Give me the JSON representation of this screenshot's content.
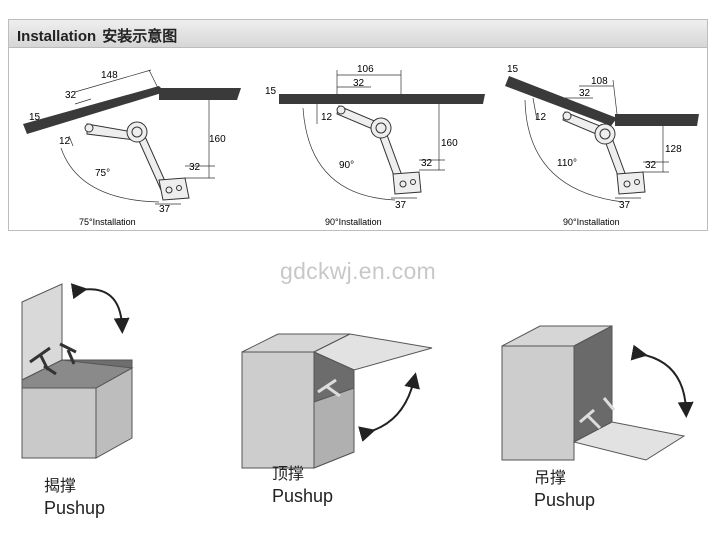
{
  "install_section": {
    "title_en": "Installation",
    "title_cn": "安装示意图",
    "diagrams": [
      {
        "caption": "75°Installation",
        "angle": "75°",
        "dims": [
          "148",
          "32",
          "15",
          "12",
          "160",
          "32",
          "37"
        ]
      },
      {
        "caption": "90°Installation",
        "angle": "90°",
        "dims": [
          "106",
          "32",
          "15",
          "12",
          "160",
          "32",
          "37"
        ]
      },
      {
        "caption": "90°Installation",
        "angle": "110°",
        "dims": [
          "108",
          "32",
          "15",
          "12",
          "128",
          "32",
          "37"
        ]
      }
    ]
  },
  "watermark": "gdckwj.en.com",
  "usage": [
    {
      "cn": "揭撑",
      "en": "Pushup"
    },
    {
      "cn": "顶撑",
      "en": "Pushup"
    },
    {
      "cn": "吊撑",
      "en": "Pushup"
    }
  ]
}
